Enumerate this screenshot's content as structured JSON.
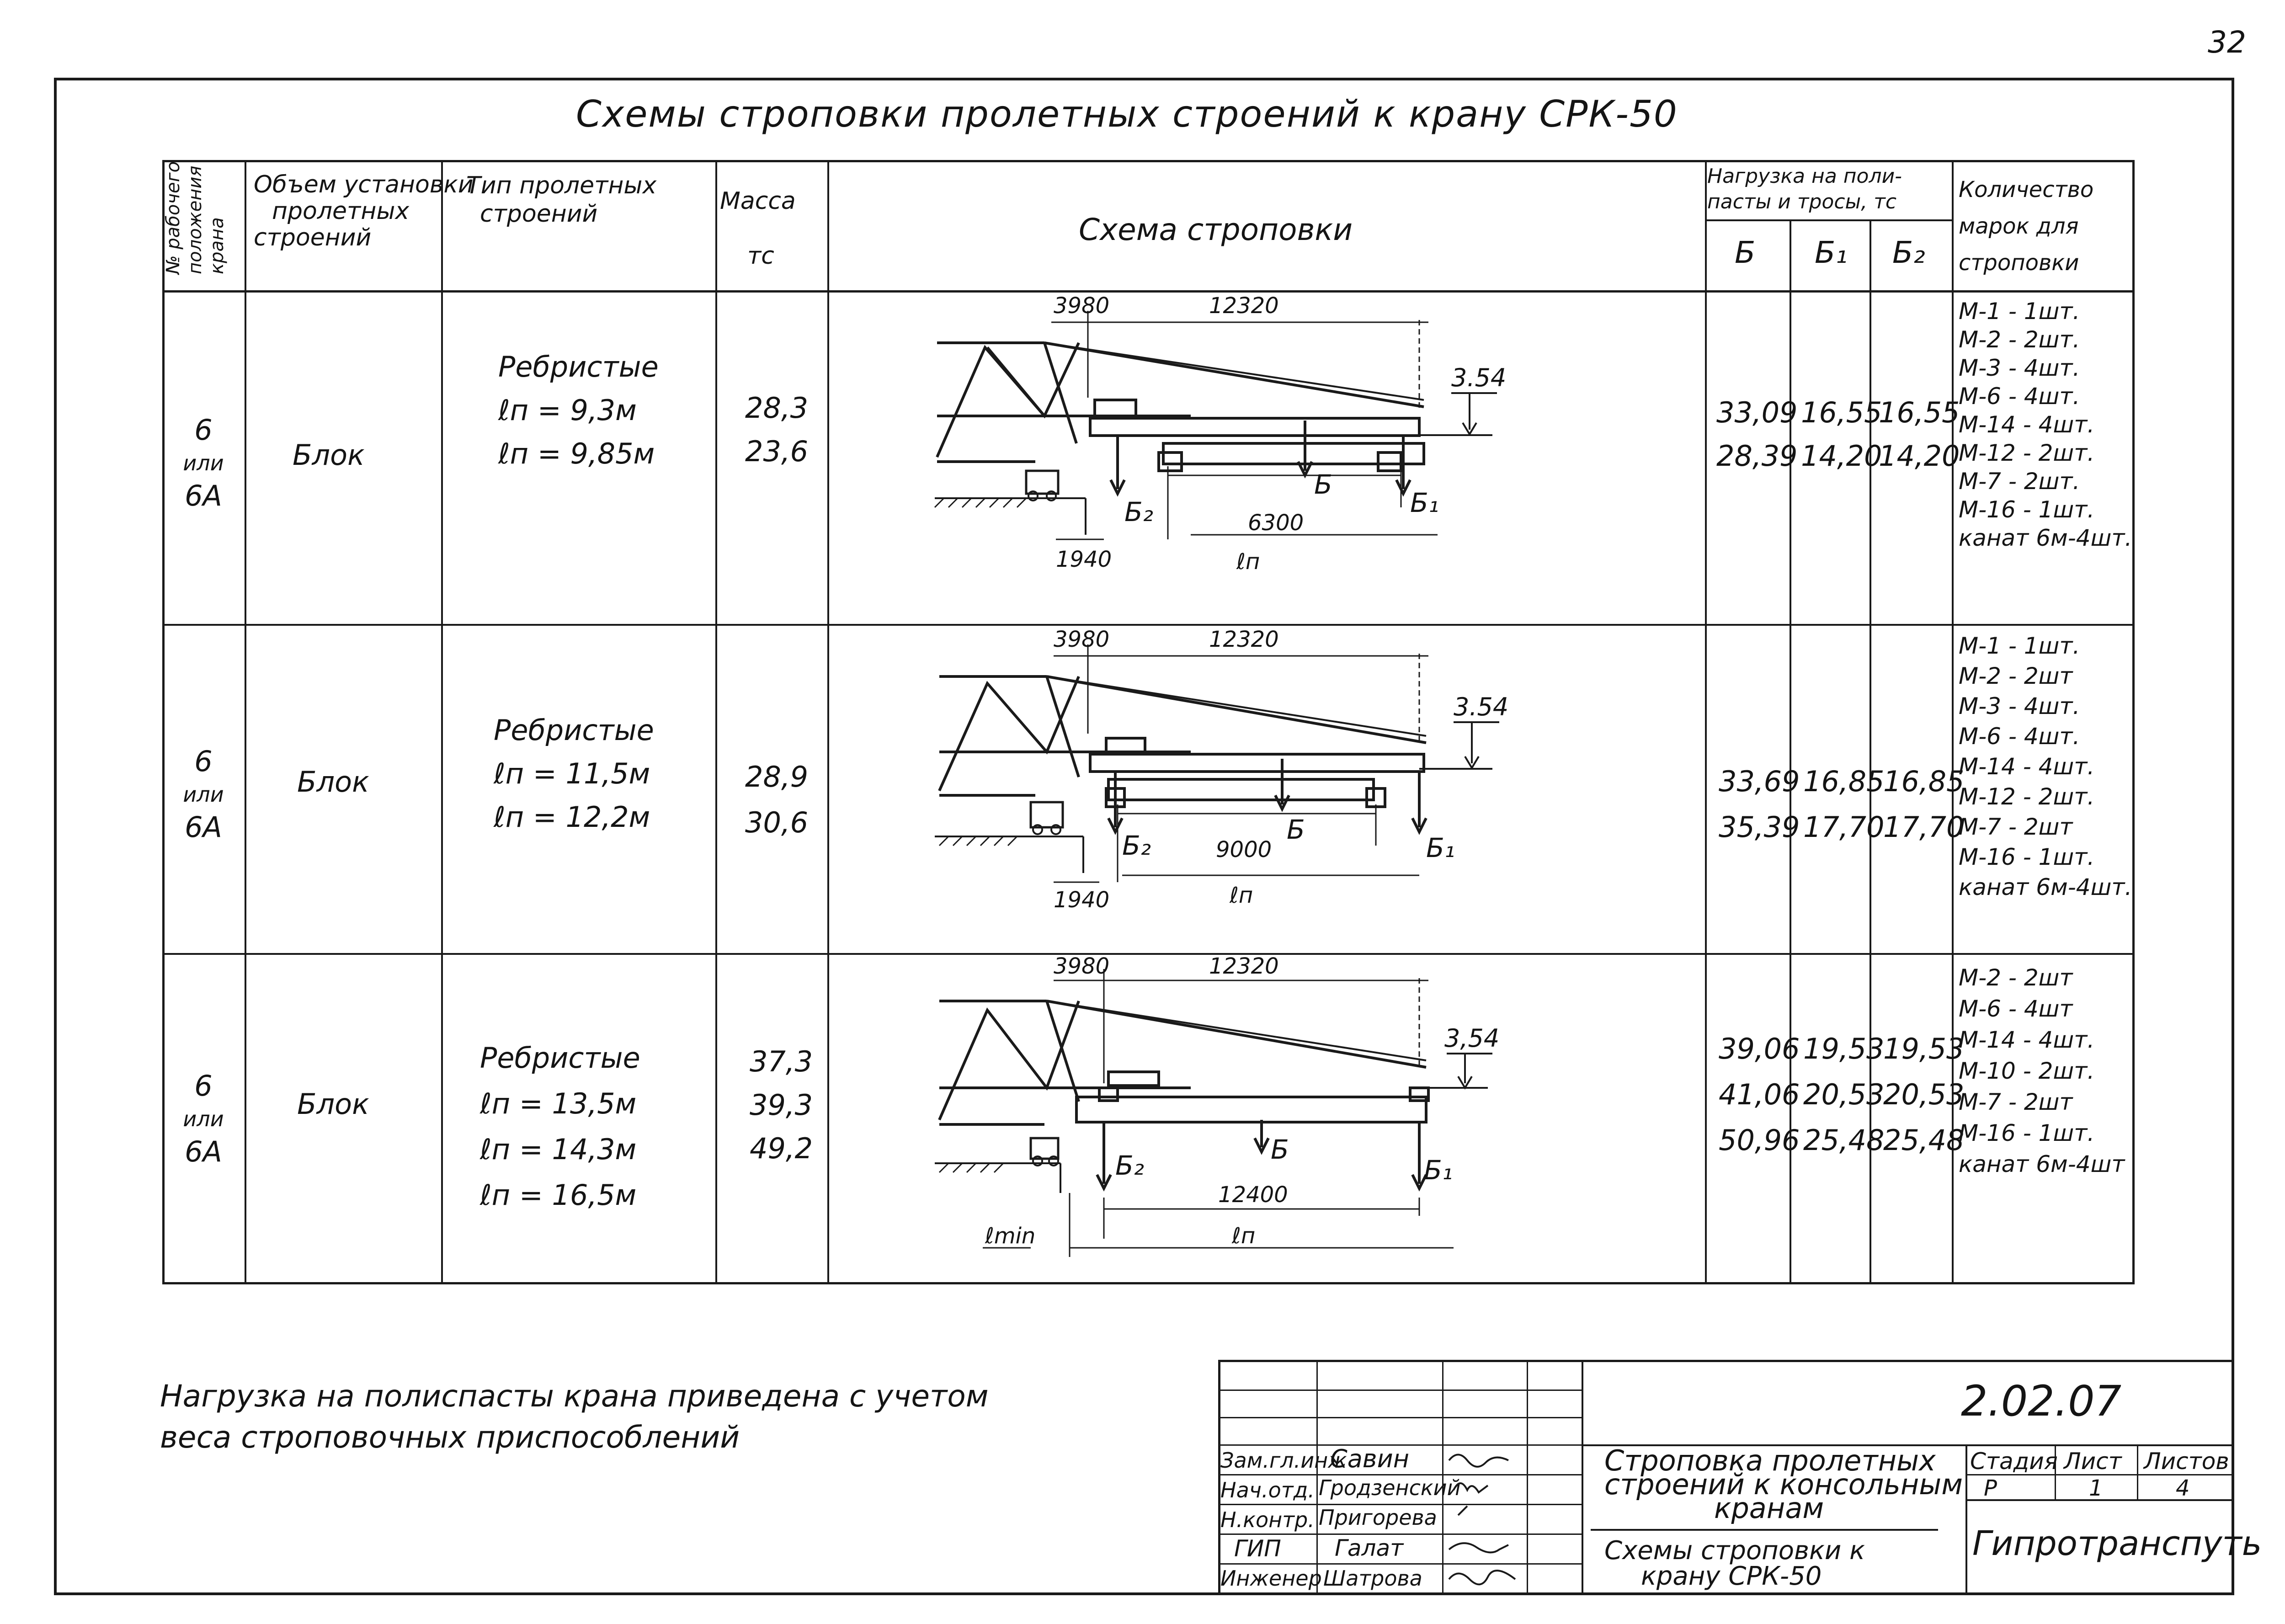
{
  "page_number": "32",
  "title": "Схемы строповки пролетных строений к крану СРК-50",
  "headers": {
    "col1": [
      "№ рабочего",
      "положения",
      "крана"
    ],
    "col2": [
      "Объем установки",
      "пролетных",
      "строений"
    ],
    "col3": [
      "Тип пролетных",
      "строений"
    ],
    "col4": [
      "Масса",
      "тс"
    ],
    "col5": "Схема строповки",
    "col6_group": [
      "Нагрузка на поли-",
      "пасты и тросы, тс"
    ],
    "col6a": "Б",
    "col6b": "Б₁",
    "col6c": "Б₂",
    "col7": [
      "Количество",
      "марок для",
      "строповки"
    ]
  },
  "rows": [
    {
      "position": [
        "6",
        "или",
        "6А"
      ],
      "volume": "Блок",
      "type": [
        "Ребристые",
        "ℓп = 9,3м",
        "ℓп = 9,85м"
      ],
      "mass": [
        "28,3",
        "23,6"
      ],
      "load_b": [
        "33,09",
        "28,39"
      ],
      "load_b1": [
        "16,55",
        "14,20"
      ],
      "load_b2": [
        "16,55",
        "14,20"
      ],
      "marks": [
        "М-1 - 1шт.",
        "М-2 - 2шт.",
        "М-3 - 4шт.",
        "М-6 - 4шт.",
        "М-14 - 4шт.",
        "М-12 - 2шт.",
        "М-7 - 2шт.",
        "М-16 - 1шт.",
        "канат 6м-4шт."
      ],
      "scheme": {
        "dim1": "3980",
        "dim2": "12320",
        "elev": "3.54",
        "span": "6300",
        "left": "1940",
        "ln": "ℓп",
        "b": "Б",
        "b1": "Б₁",
        "b2": "Б₂"
      }
    },
    {
      "position": [
        "6",
        "или",
        "6А"
      ],
      "volume": "Блок",
      "type": [
        "Ребристые",
        "ℓп = 11,5м",
        "ℓп = 12,2м"
      ],
      "mass": [
        "28,9",
        "30,6"
      ],
      "load_b": [
        "33,69",
        "35,39"
      ],
      "load_b1": [
        "16,85",
        "17,70"
      ],
      "load_b2": [
        "16,85",
        "17,70"
      ],
      "marks": [
        "М-1 - 1шт.",
        "М-2 - 2шт",
        "М-3 - 4шт.",
        "М-6 - 4шт.",
        "М-14 - 4шт.",
        "М-12 - 2шт.",
        "М-7 - 2шт",
        "М-16 - 1шт.",
        "канат 6м-4шт."
      ],
      "scheme": {
        "dim1": "3980",
        "dim2": "12320",
        "elev": "3.54",
        "span": "9000",
        "left": "1940",
        "ln": "ℓп",
        "b": "Б",
        "b1": "Б₁",
        "b2": "Б₂"
      }
    },
    {
      "position": [
        "6",
        "или",
        "6А"
      ],
      "volume": "Блок",
      "type": [
        "Ребристые",
        "ℓп = 13,5м",
        "ℓп = 14,3м",
        "ℓп = 16,5м"
      ],
      "mass": [
        "37,3",
        "39,3",
        "49,2"
      ],
      "load_b": [
        "39,06",
        "41,06",
        "50,96"
      ],
      "load_b1": [
        "19,53",
        "20,53",
        "25,48"
      ],
      "load_b2": [
        "19,53",
        "20,53",
        "25,48"
      ],
      "marks": [
        "М-2 - 2шт",
        "М-6 - 4шт",
        "М-14 - 4шт.",
        "М-10 - 2шт.",
        "М-7 - 2шт",
        "М-16 - 1шт.",
        "канат 6м-4шт"
      ],
      "scheme": {
        "dim1": "3980",
        "dim2": "12320",
        "elev": "3,54",
        "span": "12400",
        "left": "ℓmin",
        "ln": "ℓп",
        "b": "Б",
        "b1": "Б₁",
        "b2": "Б₂"
      }
    }
  ],
  "note": [
    "Нагрузка на полиспасты крана приведена с учетом",
    "веса строповочных приспособлений"
  ],
  "title_block": {
    "doc_code": "2.02.07",
    "description": [
      "Строповка пролетных",
      "строений к консольным",
      "кранам"
    ],
    "sheet_title": [
      "Схемы строповки к",
      "крану СРК-50"
    ],
    "stage_label": "Стадия",
    "sheet_label": "Лист",
    "sheets_label": "Листов",
    "stage": "Р",
    "sheet": "1",
    "sheets": "4",
    "organization": "Гипротранспуть",
    "staff": [
      {
        "role": "Зам.гл.инж",
        "name": "Савин"
      },
      {
        "role": "Нач.отд.",
        "name": "Гродзенский"
      },
      {
        "role": "Н.контр.",
        "name": "Пригорева"
      },
      {
        "role": "ГИП",
        "name": "Галат"
      },
      {
        "role": "Инженер",
        "name": "Шатрова"
      }
    ]
  }
}
